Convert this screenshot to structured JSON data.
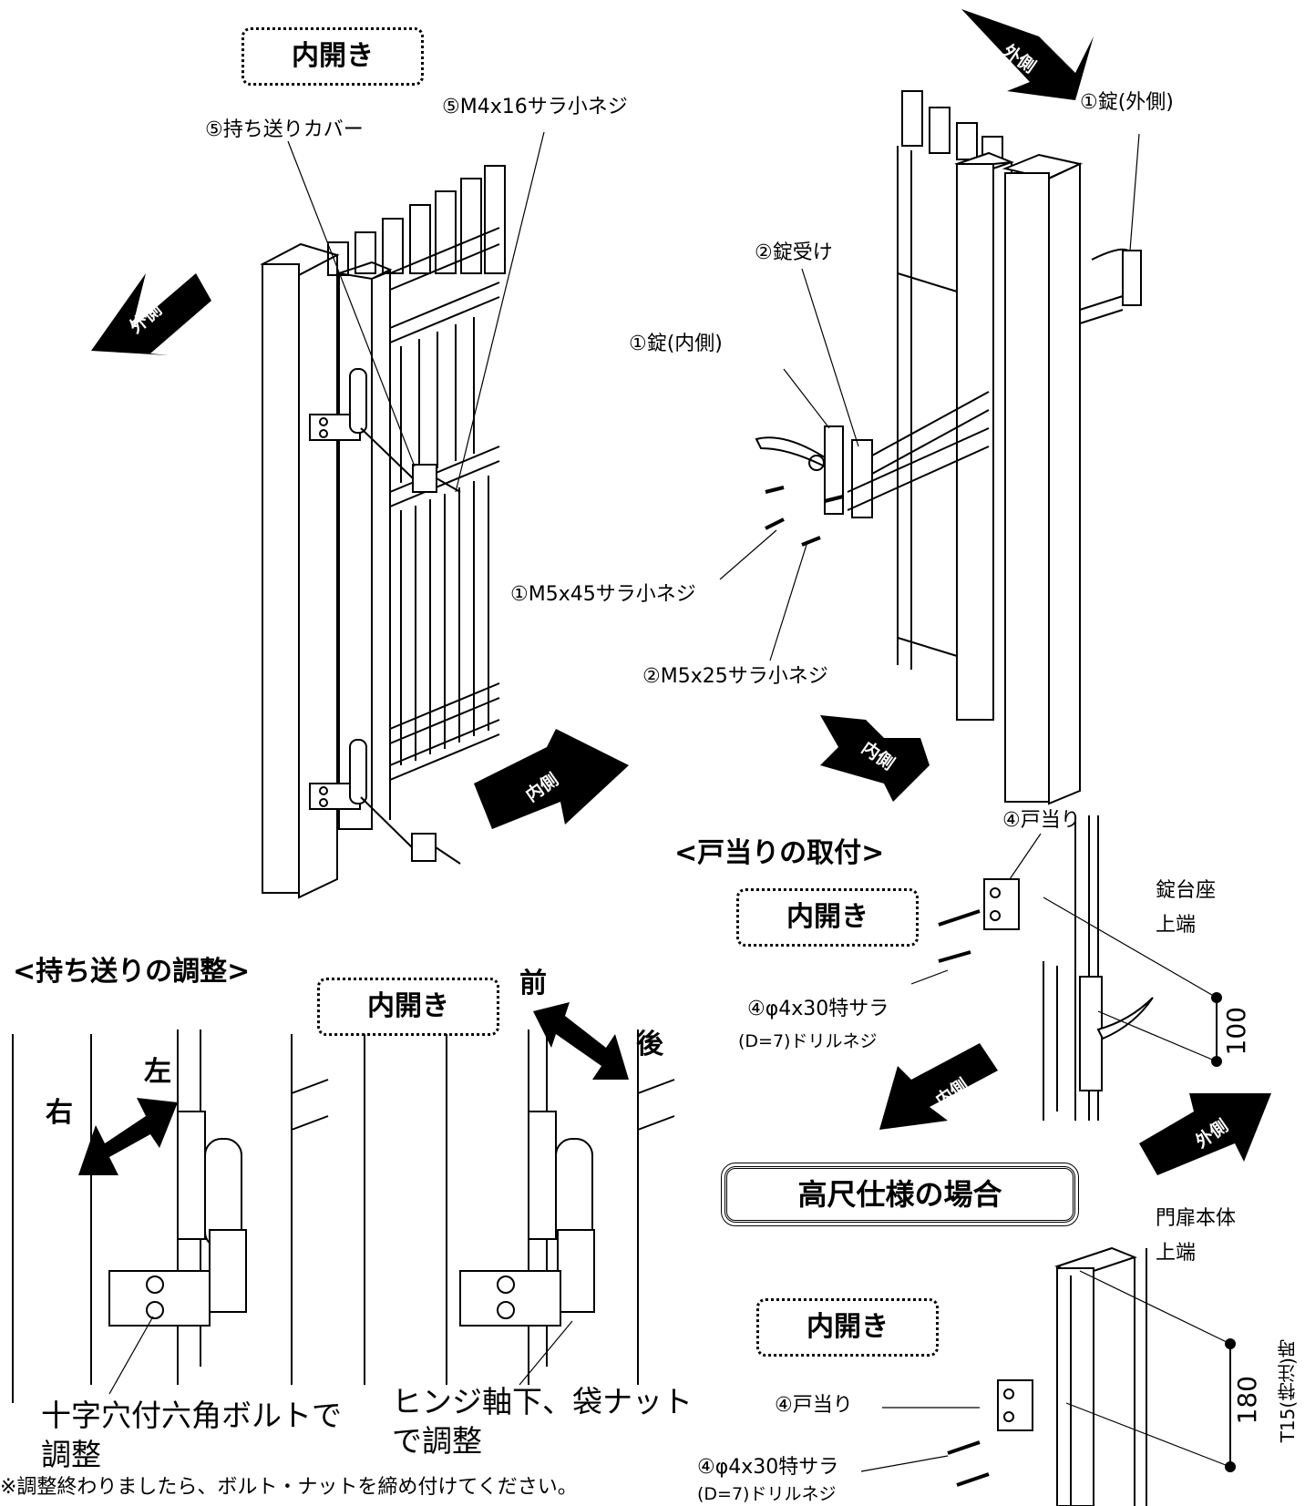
{
  "panels": {
    "hinge_side": {
      "mode_box": "内開き",
      "labels": {
        "cover": "⑤持ち送りカバー",
        "screw": "⑤M4x16サラ小ネジ"
      },
      "arrows": {
        "outside": "外側",
        "inside": "内側"
      }
    },
    "lock_side": {
      "labels": {
        "lock_outer": "①錠(外側)",
        "lock_receiver": "②錠受け",
        "lock_inner": "①錠(内側)",
        "screw_m5x45": "①M5x45サラ小ネジ",
        "screw_m5x25": "②M5x25サラ小ネジ"
      },
      "arrows": {
        "outside": "外側",
        "inside": "内側"
      }
    },
    "door_stop": {
      "heading": "<戸当りの取付>",
      "mode_box": "内開き",
      "labels": {
        "stop": "④戸当り",
        "screw_line1": "④φ4x30特サラ",
        "screw_line2": "(D=7)ドリルネジ",
        "lock_base_line1": "錠台座",
        "lock_base_line2": "上端"
      },
      "dimension": "100",
      "arrows": {
        "inside": "内側",
        "outside": "外側"
      }
    },
    "tall_spec": {
      "heading": "高尺仕様の場合",
      "mode_box": "内開き",
      "labels": {
        "gate_top_line1": "門扉本体",
        "gate_top_line2": "上端",
        "stop": "④戸当り",
        "screw_line1": "④φ4x30特サラ",
        "screw_line2": "(D=7)ドリルネジ"
      },
      "dimension": "180",
      "dimension_note": "T15(特注)時"
    },
    "hinge_adjust": {
      "heading": "<持ち送りの調整>",
      "mode_box": "内開き",
      "directions": {
        "right": "右",
        "left": "左",
        "front": "前",
        "back": "後"
      },
      "captions": {
        "bolt_line1": "十字穴付六角ボルトで",
        "bolt_line2": "調整",
        "nut_line1": "ヒンジ軸下、袋ナット",
        "nut_line2": "で調整"
      },
      "note": "※調整終わりましたら、ボルト・ナットを締め付けてください。"
    }
  }
}
